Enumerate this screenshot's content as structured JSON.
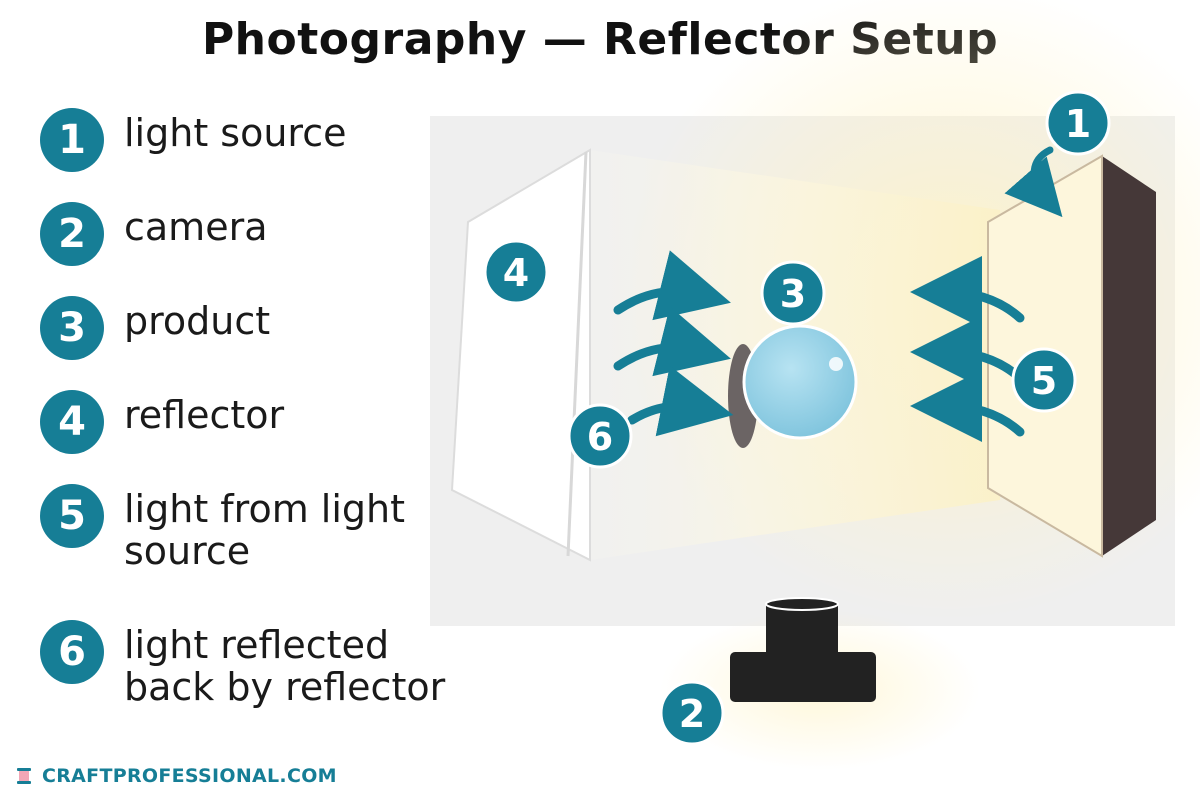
{
  "title": "Photography — Reflector Setup",
  "legend": [
    {
      "number": "1",
      "label": "light source"
    },
    {
      "number": "2",
      "label": "camera"
    },
    {
      "number": "3",
      "label": "product"
    },
    {
      "number": "4",
      "label": "reflector"
    },
    {
      "number": "5",
      "label": "light from light source"
    },
    {
      "number": "6",
      "label": "light reflected back by reflector"
    }
  ],
  "diagram": {
    "markers": [
      {
        "number": "1"
      },
      {
        "number": "2"
      },
      {
        "number": "3"
      },
      {
        "number": "4"
      },
      {
        "number": "5"
      },
      {
        "number": "6"
      }
    ]
  },
  "brand": {
    "text": "CRAFTPROFESSIONAL.COM",
    "icon": "spool-icon"
  },
  "colors": {
    "accent": "#167e96",
    "camera": "#222222",
    "light_box_side": "#453838",
    "light_box_face": "#fdf6dc",
    "product": "#8ecfe6",
    "background_panel": "#efefef"
  }
}
